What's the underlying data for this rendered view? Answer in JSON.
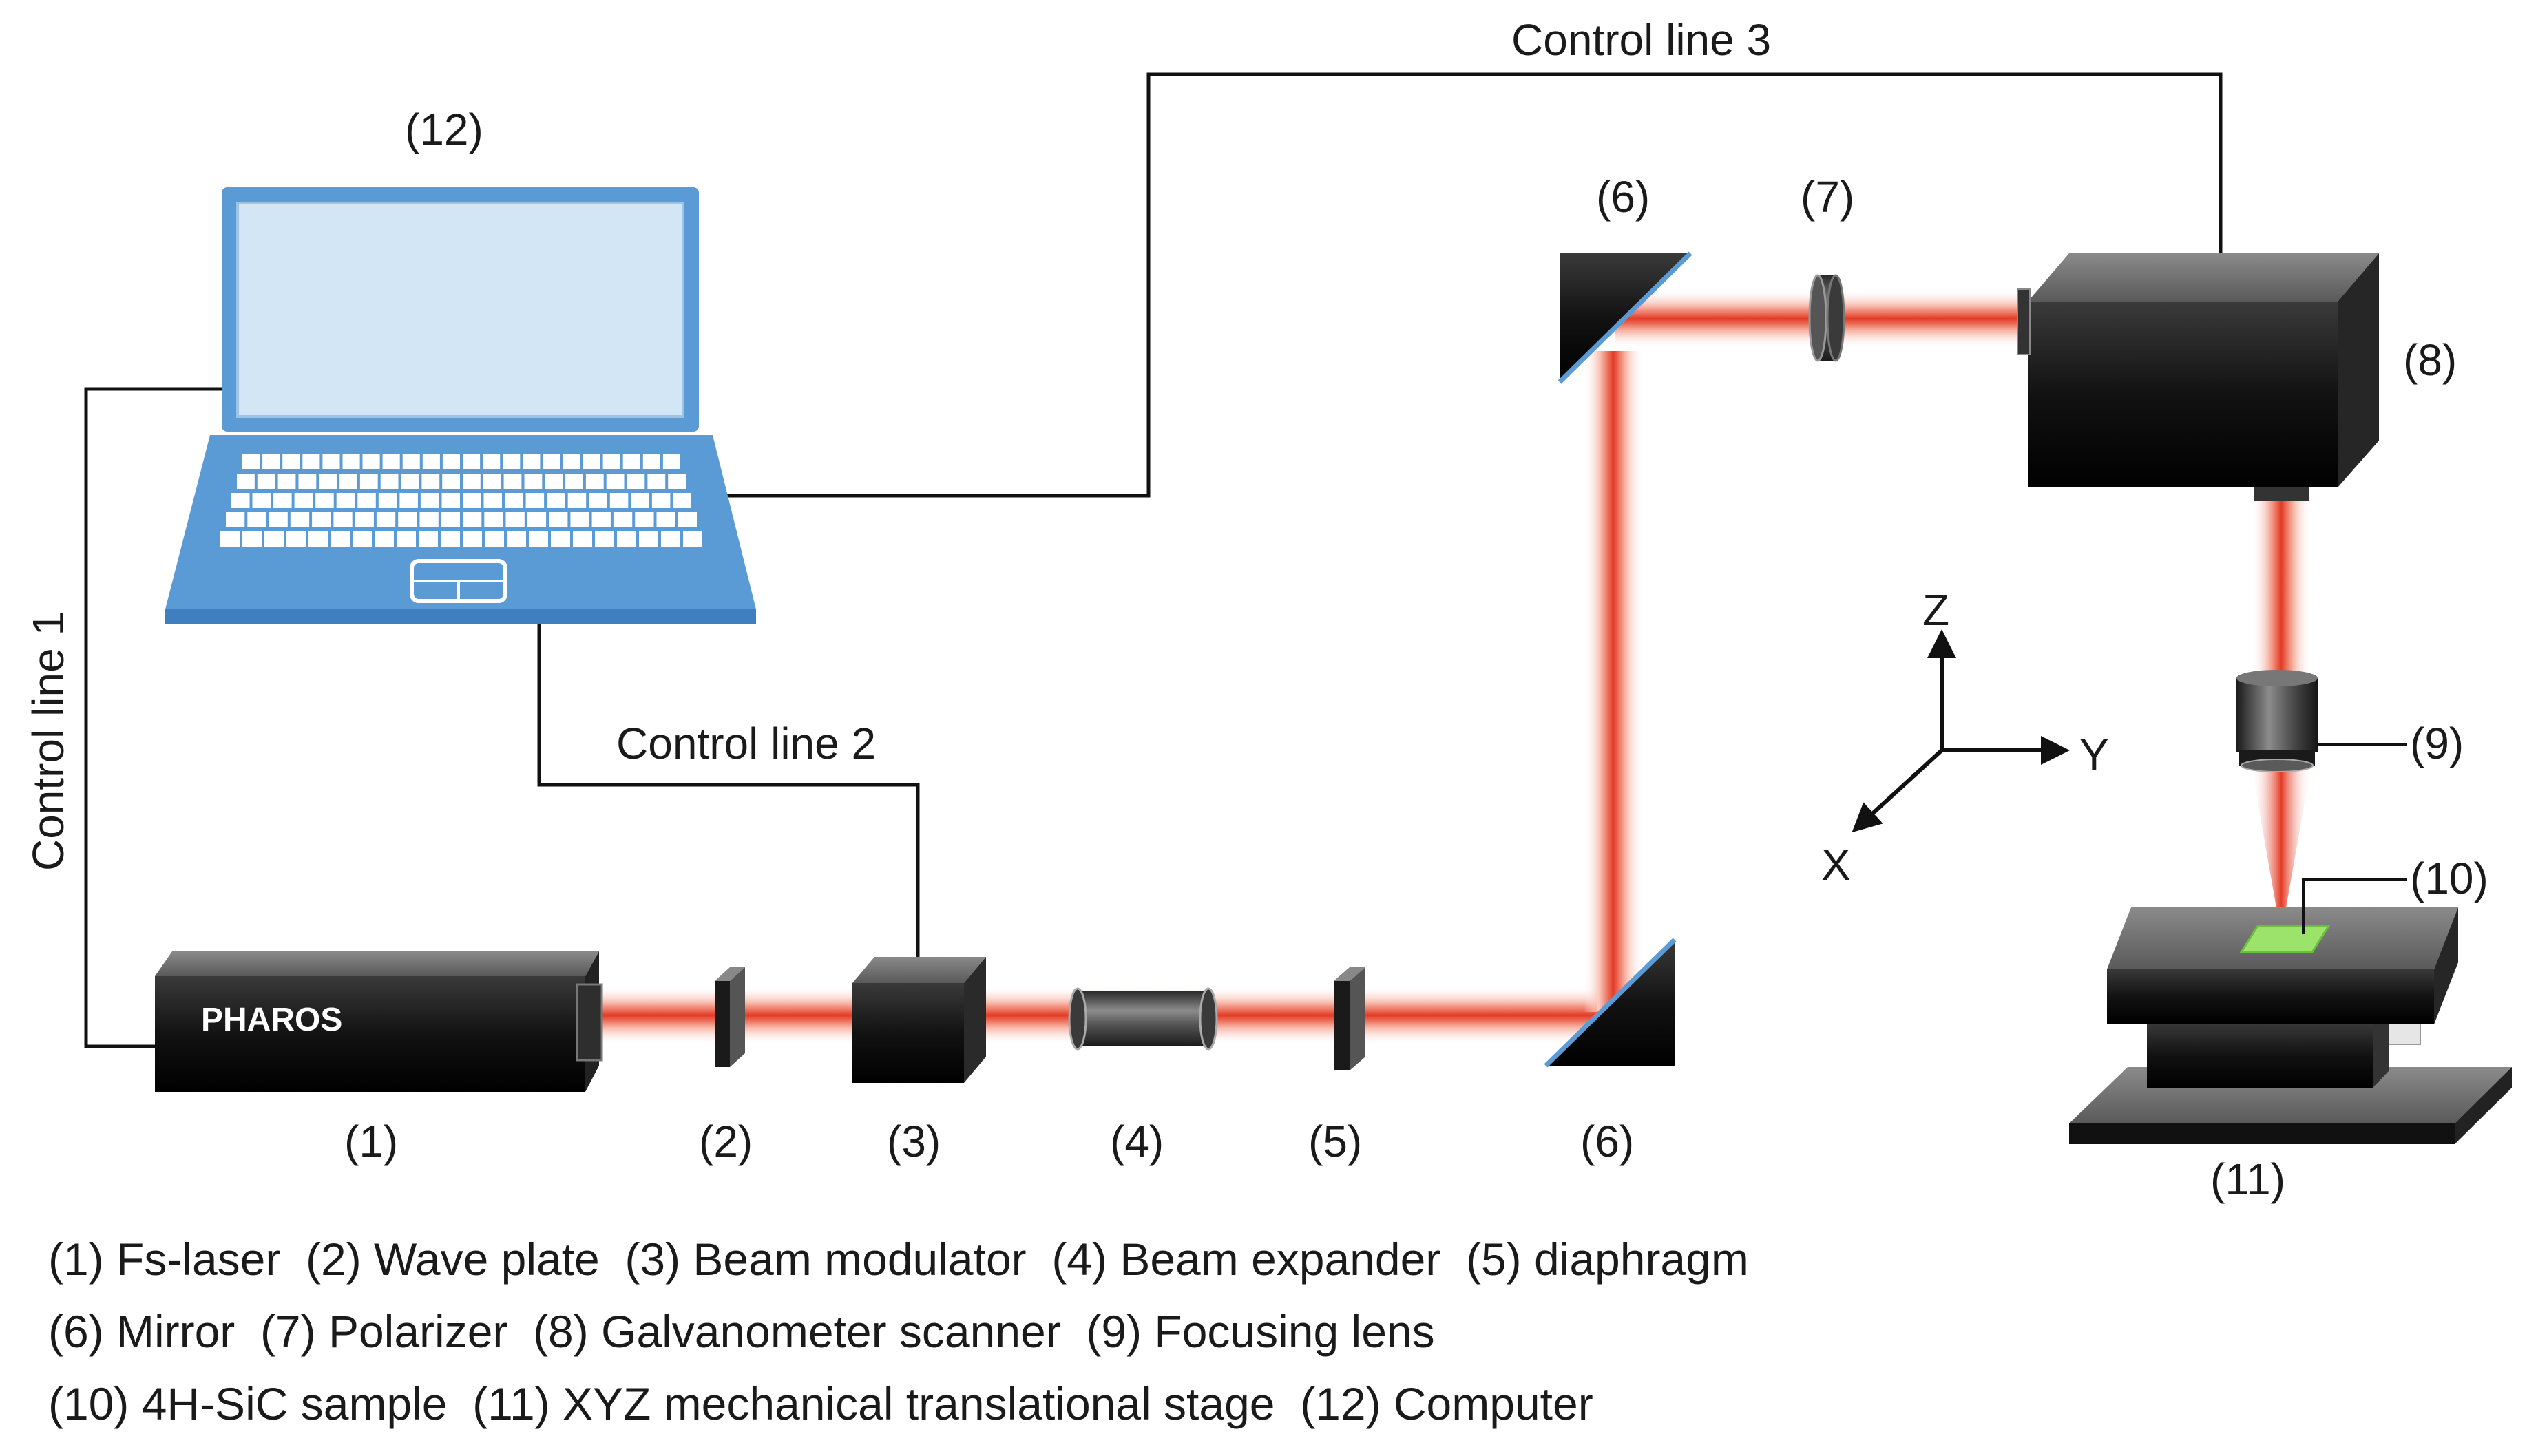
{
  "labels": {
    "computer": "(12)",
    "laser": "(1)",
    "wave_plate": "(2)",
    "modulator": "(3)",
    "expander": "(4)",
    "diaphragm": "(5)",
    "mirror_bottom": "(6)",
    "mirror_top": "(6)",
    "polarizer": "(7)",
    "scanner": "(8)",
    "lens": "(9)",
    "sample": "(10)",
    "stage": "(11)"
  },
  "control_lines": {
    "line1": "Control line 1",
    "line2": "Control line 2",
    "line3": "Control line 3"
  },
  "laser_brand": "PHAROS",
  "axes": {
    "x": "X",
    "y": "Y",
    "z": "Z"
  },
  "legend": [
    "(1) Fs-laser  (2) Wave plate  (3) Beam modulator  (4) Beam expander  (5) diaphragm",
    "(6) Mirror  (7) Polarizer  (8) Galvanometer scanner  (9) Focusing lens",
    "(10) 4H-SiC sample  (11) XYZ mechanical translational stage  (12) Computer"
  ],
  "colors": {
    "laptop": "#5b9bd5",
    "beam": "#e8402a",
    "sample": "#9be36b",
    "device": "#111111"
  }
}
